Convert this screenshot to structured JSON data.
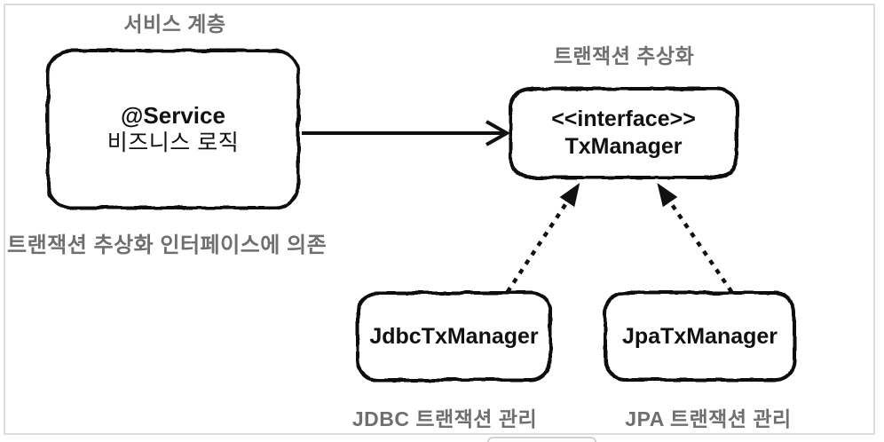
{
  "diagram": {
    "captions": {
      "service_layer": "서비스 계층",
      "tx_abstraction": "트랜잭션 추상화",
      "depends_on_interface": "트랜잭션 추상화 인터페이스에 의존",
      "jdbc_caption": "JDBC 트랜잭션 관리",
      "jpa_caption": "JPA 트랜잭션 관리"
    },
    "nodes": {
      "service": {
        "line1": "@Service",
        "line2": "비즈니스 로직"
      },
      "tx_manager": {
        "line1": "<<interface>>",
        "line2": "TxManager"
      },
      "jdbc": {
        "label": "JdbcTxManager"
      },
      "jpa": {
        "label": "JpaTxManager"
      }
    },
    "colors": {
      "caption_gray": "#6f6f6f",
      "stroke_black": "#111111",
      "frame_border": "#dcdcdc"
    }
  }
}
